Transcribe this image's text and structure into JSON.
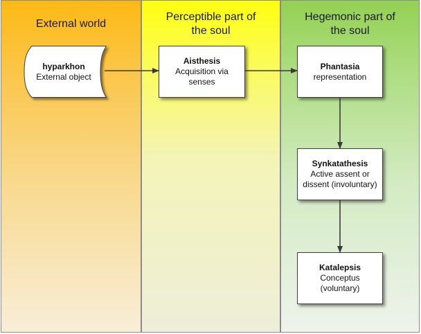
{
  "lanes": {
    "external": {
      "title": "External world"
    },
    "perceptible": {
      "title_line1": "Perceptible part of",
      "title_line2": "the soul"
    },
    "hegemonic": {
      "title_line1": "Hegemonic part of",
      "title_line2": "the soul"
    }
  },
  "nodes": {
    "hyparkhon": {
      "title": "hyparkhon",
      "line1": "External object"
    },
    "aisthesis": {
      "title": "Aisthesis",
      "line1": "Acquisition via",
      "line2": "senses"
    },
    "phantasia": {
      "title": "Phantasia",
      "line1": "representation"
    },
    "synkatathesis": {
      "title": "Synkatathesis",
      "line1": "Active assent or",
      "line2": "dissent (involuntary)"
    },
    "katalepsis": {
      "title": "Katalepsis",
      "line1": "Conceptus",
      "line2": "(voluntary)"
    }
  },
  "colors": {
    "external_lane": "#fdba14",
    "perceptible_lane": "#ffff0f",
    "hegemonic_lane": "#93d153",
    "arrow": "#3a3a3a"
  }
}
